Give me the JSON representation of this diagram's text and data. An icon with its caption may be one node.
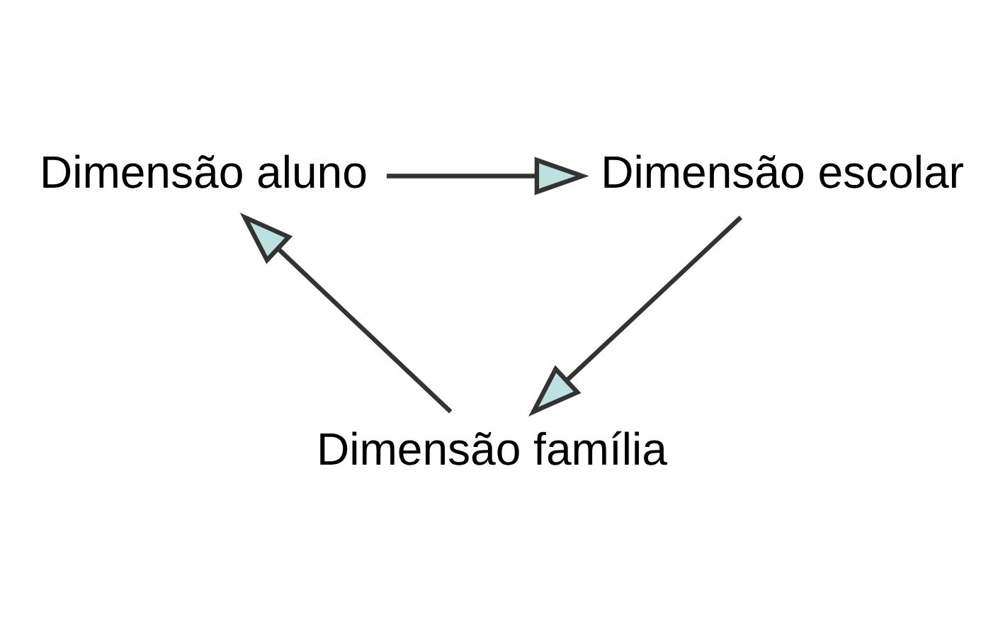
{
  "diagram": {
    "nodes": [
      {
        "text": [
          "Dimensão aluno"
        ]
      },
      {
        "text": [
          "Dimensão escolar"
        ]
      },
      {
        "text": [
          "Dimensão família"
        ]
      }
    ],
    "edges": [
      {
        "from": 0,
        "to": 1,
        "arrow": "to"
      },
      {
        "from": 1,
        "to": 2,
        "arrow": "to"
      },
      {
        "from": 2,
        "to": 0,
        "arrow": "to"
      }
    ]
  }
}
